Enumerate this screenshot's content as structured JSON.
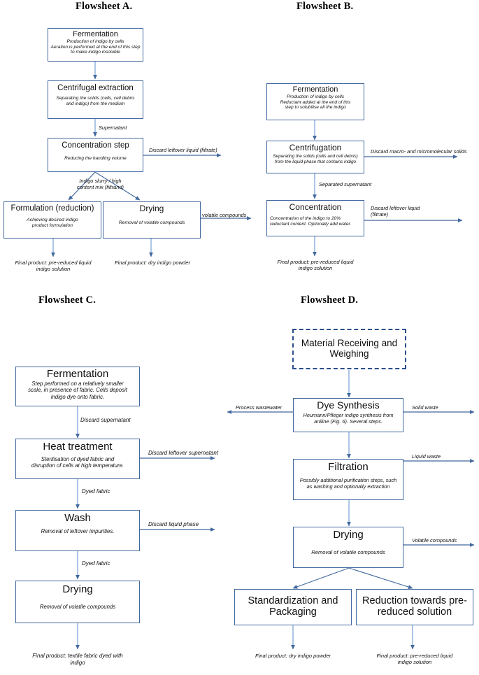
{
  "figure": {
    "kind": "process-flowsheet-diagram",
    "line_color": "#41689e",
    "box_border_color": "#41689e",
    "dashed_border_color": "#2a4e8a",
    "background": "#ffffff"
  },
  "sheets": {
    "a": {
      "title": "Flowsheet A.",
      "nodes": {
        "fermentation": {
          "title": "Fermentation",
          "sub": "Production of indigo by cells\nAeration is performed at the end of this step\nto make indigo insoluble"
        },
        "centrifugal_extraction": {
          "title": "Centrifugal extraction",
          "sub": "Separating the solids (cells, cell debris\nand indigo) from the medium"
        },
        "concentration_step": {
          "title": "Concentration step",
          "sub": "Reducing the handling volume"
        },
        "formulation": {
          "title": "Formulation (reduction)",
          "sub": "Achieving desired indigo\nproduct formulation"
        },
        "drying": {
          "title": "Drying",
          "sub": "Removal of volatile compounds"
        }
      },
      "edge_labels": {
        "supernatant": "Supernatant",
        "discard_filtrate": "Discard leftover liquid (filtrate)",
        "slurry": "Indigo slurry / high\ncontent mix (filtrand)",
        "volatile": "volatile compounds"
      },
      "final": {
        "formulation": "Final product: pre-reduced liquid\nindigo solution",
        "drying": "Final product: dry indigo powder"
      }
    },
    "b": {
      "title": "Flowsheet B.",
      "nodes": {
        "fermentation": {
          "title": "Fermentation",
          "sub": "Production of indigo by cells\nReductant added at the end of this\nstep to solubilise all the indigo"
        },
        "centrifugation": {
          "title": "Centrifugation",
          "sub": "Separating the solids (cells and cell debris)\nfrom the liquid phase that contains indigo"
        },
        "concentration": {
          "title": "Concentration",
          "sub": "Concentration of the indigo to 20%\nreductant content. Optionally add water."
        }
      },
      "edge_labels": {
        "discard_solids": "Discard macro- and micromolecular solids",
        "separated_supernatant": "Separated supernatant",
        "discard_filtrate": "Discard leftover liquid\n(filtrate)"
      },
      "final": {
        "concentration": "Final product: pre-reduced liquid\nindigo solution"
      }
    },
    "c": {
      "title": "Flowsheet C.",
      "nodes": {
        "fermentation": {
          "title": "Fermentation",
          "sub": "Step performed on a relatively smaller\nscale, in presence of fabric. Cells deposit\nindigo dye onto fabric."
        },
        "heat_treatment": {
          "title": "Heat treatment",
          "sub": "Sterilisation of dyed fabric and\ndisruption of cells at high temperature."
        },
        "wash": {
          "title": "Wash",
          "sub": "Removal of leftover impurities."
        },
        "drying": {
          "title": "Drying",
          "sub": "Removal of volatile compounds"
        }
      },
      "edge_labels": {
        "discard_supernatant": "Discard supernatant",
        "discard_leftover_supernatant": "Discard leftover supernatant",
        "dyed_fabric_1": "Dyed fabric",
        "discard_liquid_phase": "Discard liquid phase",
        "dyed_fabric_2": "Dyed fabric"
      },
      "final": {
        "drying": "Final product: textile fabric dyed with\nindigo"
      }
    },
    "d": {
      "title": "Flowsheet D.",
      "nodes": {
        "material_receiving": {
          "title": "Material Receiving and\nWeighing",
          "sub": ""
        },
        "dye_synthesis": {
          "title": "Dye Synthesis",
          "sub": "Heumann/Pfleger indigo synthesis from\naniline (Fig. 6). Several steps."
        },
        "filtration": {
          "title": "Filtration",
          "sub": "Possibly additional purification steps, such\nas washing and  optionally extraction"
        },
        "drying": {
          "title": "Drying",
          "sub": "Removal of volatile compounds"
        },
        "standardization": {
          "title": "Standardization and\nPackaging",
          "sub": ""
        },
        "reduction": {
          "title": "Reduction towards pre-\nreduced solution",
          "sub": ""
        }
      },
      "edge_labels": {
        "process_wastewater": "Process wastewater",
        "solid_waste": "Solid waste",
        "liquid_waste": "Liquid waste",
        "volatile_compounds": "Volatile compounds"
      },
      "final": {
        "standardization": "Final product: dry indigo powder",
        "reduction": "Final product: pre-reduced liquid\nindigo solution"
      }
    }
  }
}
